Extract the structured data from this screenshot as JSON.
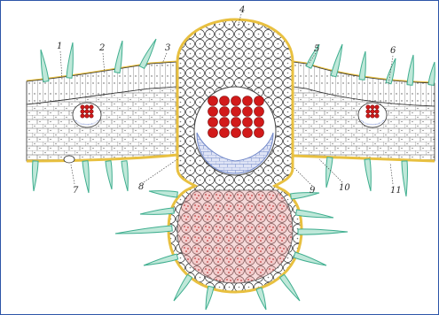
{
  "figure": {
    "labels": {
      "l1": "1",
      "l2": "2",
      "l3": "3",
      "l4": "4",
      "l5": "5",
      "l6": "6",
      "l7": "7",
      "l8": "8",
      "l9": "9",
      "l10": "10",
      "l11": "11"
    },
    "colors": {
      "frame": "#2d55a8",
      "cuticle": "#e8c040",
      "hair": "#3fae8f",
      "xylem": "#d21a1a",
      "phloem": "#6f86c8",
      "ground_tissue": "#e9a4a4",
      "cell_outline": "#3a3a3a"
    },
    "icons": [
      "leaf-cross-section-icon"
    ]
  }
}
